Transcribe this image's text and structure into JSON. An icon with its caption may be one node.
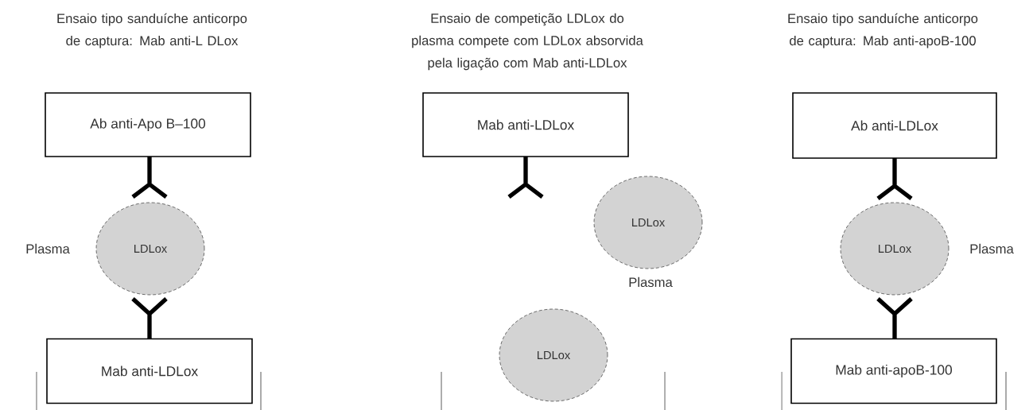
{
  "diagram": {
    "nodes": [
      {
        "text": [
          "Ab anti-Apo B–100"
        ]
      },
      {
        "text": [
          "LDLox"
        ],
        "beside": [
          "Plasma"
        ]
      },
      {
        "text": [
          "Mab anti-LDLox"
        ]
      },
      {
        "text": [
          "Mab anti-LDLox"
        ]
      },
      {
        "text": [
          "LDLox"
        ],
        "beside": [
          "Plasma"
        ]
      },
      {
        "text": [
          "LDLox"
        ]
      },
      {
        "text": [
          "Ab anti-LDLox"
        ]
      },
      {
        "text": [
          "LDLox"
        ],
        "beside": [
          "Plasma"
        ]
      },
      {
        "text": [
          "Mab anti-apoB-100"
        ]
      }
    ],
    "labels": [
      "Ensaio tipo sanduíche anticorpo de captura: Mab anti-L DLox",
      "Ensaio de competição LDLox do plasma compete com LDLox absorvida pela ligação com Mab anti-LDLox",
      "Ensaio tipo sanduíche anticorpo de captura: Mab anti-apoB-100"
    ]
  }
}
